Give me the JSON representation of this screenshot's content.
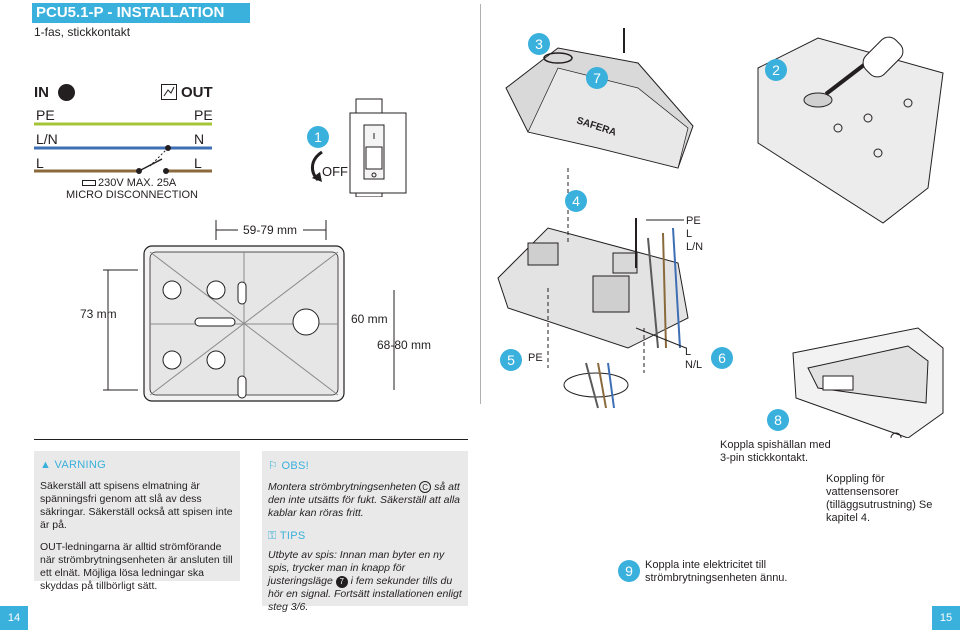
{
  "header": {
    "title": "PCU5.1-P - INSTALLATION",
    "subtitle": "1-fas, stickkontakt"
  },
  "wiring": {
    "in_label": "IN",
    "out_label": "OUT",
    "left": [
      "PE",
      "L/N",
      "L"
    ],
    "right": [
      "PE",
      "N",
      "L"
    ],
    "spec_line1": "230V MAX. 25A",
    "spec_line2": "MICRO DISCONNECTION"
  },
  "step1": {
    "number": "1",
    "off_label": "OFF"
  },
  "dims": {
    "width": "59-79 mm",
    "height": "73 mm",
    "inner": "60 mm",
    "outer": "68-80 mm"
  },
  "steps": {
    "s2": "2",
    "s3": "3",
    "s4": "4",
    "s5": "5",
    "s6": "6",
    "s7": "7",
    "s8": "8",
    "s9": "9"
  },
  "diagram_labels": {
    "pe_top": "PE",
    "l_top": "L",
    "ln_top": "L/N",
    "pe_bottom": "PE",
    "l_bottom": "L",
    "nl_bottom": "N/L",
    "brand": "SAFERA"
  },
  "warning": {
    "heading": "VARNING",
    "p1": "Säkerställ att spisens elmatning är spänningsfri genom att slå av dess säkringar. Säkerställ också att spisen inte är på.",
    "p2": "OUT-ledningarna är alltid strömförande när strömbrytningsenheten är ansluten till ett elnät. Möjliga lösa ledningar ska skyddas på tillbörligt sätt."
  },
  "notice": {
    "obs_heading": "OBS!",
    "obs_text_pre": "Montera strömbrytningsenheten",
    "obs_badge": "C",
    "obs_text_post": "så att den inte utsätts för fukt. Säkerställ att alla kablar kan röras fritt.",
    "tips_heading": "TIPS",
    "tips_text_pre": "Utbyte av spis: Innan man byter en ny spis, trycker man in knapp för justeringsläge",
    "tips_badge": "7",
    "tips_text_post": "i fem sekunder tills du hör en signal. Fortsätt installationen enligt steg 3/6."
  },
  "step8_text": "Koppla spishällan med 3-pin stickkontakt.",
  "step9_text": "Koppla inte elektricitet till strömbrytningsenheten ännu.",
  "sensor_text": "Koppling för vattensensorer (tilläggsutrustning) Se kapitel 4.",
  "pages": {
    "left": "14",
    "right": "15"
  },
  "colors": {
    "accent": "#3ab0dc",
    "pe_green": "#a6c437",
    "ln_blue": "#3e6fb5",
    "l_brown": "#8a6a3c",
    "box_bg": "#e9e9e9"
  }
}
